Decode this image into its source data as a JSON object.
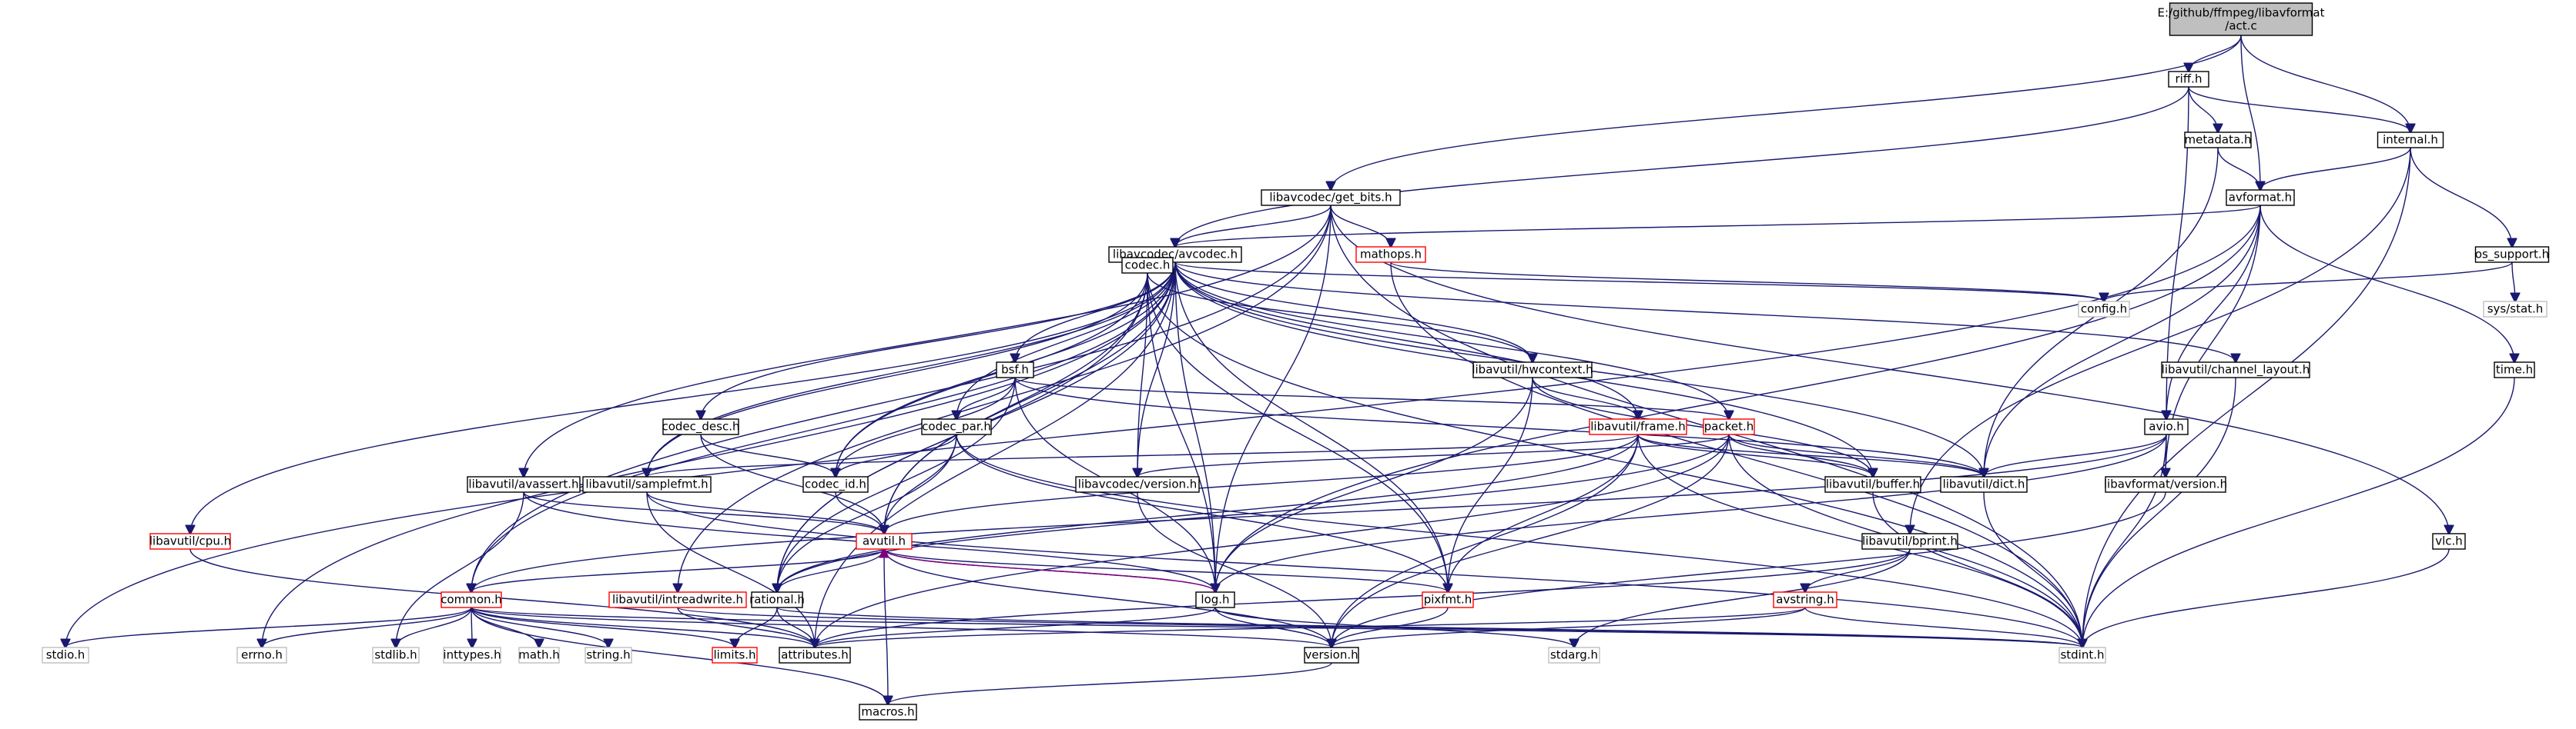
{
  "graph": {
    "nodes": [
      {
        "id": "act_c",
        "label": "E:/github/ffmpeg/libavformat\n/act.c",
        "style": "root"
      },
      {
        "id": "riff_h",
        "label": "riff.h",
        "style": "normal"
      },
      {
        "id": "metadata_h",
        "label": "metadata.h",
        "style": "normal"
      },
      {
        "id": "internal_h",
        "label": "internal.h",
        "style": "normal"
      },
      {
        "id": "get_bits_h",
        "label": "libavcodec/get_bits.h",
        "style": "normal"
      },
      {
        "id": "avformat_h",
        "label": "avformat.h",
        "style": "normal"
      },
      {
        "id": "mathops_h",
        "label": "mathops.h",
        "style": "red"
      },
      {
        "id": "avcodec_h",
        "label": "libavcodec/avcodec.h",
        "style": "normal"
      },
      {
        "id": "os_support_h",
        "label": "os_support.h",
        "style": "normal"
      },
      {
        "id": "config_h",
        "label": "config.h",
        "style": "gray"
      },
      {
        "id": "sys_stat_h",
        "label": "sys/stat.h",
        "style": "gray"
      },
      {
        "id": "codec_h",
        "label": "codec.h",
        "style": "normal"
      },
      {
        "id": "channel_layout_h",
        "label": "libavutil/channel_layout.h",
        "style": "normal"
      },
      {
        "id": "time_h",
        "label": "time.h",
        "style": "normal"
      },
      {
        "id": "bsf_h",
        "label": "bsf.h",
        "style": "normal"
      },
      {
        "id": "hwcontext_h",
        "label": "libavutil/hwcontext.h",
        "style": "normal"
      },
      {
        "id": "codec_desc_h",
        "label": "codec_desc.h",
        "style": "normal"
      },
      {
        "id": "codec_par_h",
        "label": "codec_par.h",
        "style": "normal"
      },
      {
        "id": "frame_h",
        "label": "libavutil/frame.h",
        "style": "red"
      },
      {
        "id": "packet_h",
        "label": "packet.h",
        "style": "red"
      },
      {
        "id": "avio_h",
        "label": "avio.h",
        "style": "normal"
      },
      {
        "id": "avassert_h",
        "label": "libavutil/avassert.h",
        "style": "normal"
      },
      {
        "id": "samplefmt_h",
        "label": "libavutil/samplefmt.h",
        "style": "normal"
      },
      {
        "id": "codec_id_h",
        "label": "codec_id.h",
        "style": "normal"
      },
      {
        "id": "avcodec_version_h",
        "label": "libavcodec/version.h",
        "style": "normal"
      },
      {
        "id": "buffer_h",
        "label": "libavutil/buffer.h",
        "style": "normal"
      },
      {
        "id": "dict_h",
        "label": "libavutil/dict.h",
        "style": "normal"
      },
      {
        "id": "avformat_version_h",
        "label": "libavformat/version.h",
        "style": "normal"
      },
      {
        "id": "cpu_h",
        "label": "libavutil/cpu.h",
        "style": "red"
      },
      {
        "id": "avutil_h",
        "label": "avutil.h",
        "style": "red"
      },
      {
        "id": "bprint_h",
        "label": "libavutil/bprint.h",
        "style": "normal"
      },
      {
        "id": "vlc_h",
        "label": "vlc.h",
        "style": "normal"
      },
      {
        "id": "common_h",
        "label": "common.h",
        "style": "red"
      },
      {
        "id": "intreadwrite_h",
        "label": "libavutil/intreadwrite.h",
        "style": "red"
      },
      {
        "id": "rational_h",
        "label": "rational.h",
        "style": "normal"
      },
      {
        "id": "log_h",
        "label": "log.h",
        "style": "normal"
      },
      {
        "id": "pixfmt_h",
        "label": "pixfmt.h",
        "style": "red"
      },
      {
        "id": "avstring_h",
        "label": "avstring.h",
        "style": "red"
      },
      {
        "id": "stdio_h",
        "label": "stdio.h",
        "style": "gray"
      },
      {
        "id": "errno_h",
        "label": "errno.h",
        "style": "gray"
      },
      {
        "id": "stdlib_h",
        "label": "stdlib.h",
        "style": "gray"
      },
      {
        "id": "inttypes_h",
        "label": "inttypes.h",
        "style": "gray"
      },
      {
        "id": "math_h",
        "label": "math.h",
        "style": "gray"
      },
      {
        "id": "string_h",
        "label": "string.h",
        "style": "gray"
      },
      {
        "id": "limits_h",
        "label": "limits.h",
        "style": "red"
      },
      {
        "id": "attributes_h",
        "label": "attributes.h",
        "style": "normal"
      },
      {
        "id": "version_h",
        "label": "version.h",
        "style": "normal"
      },
      {
        "id": "stdarg_h",
        "label": "stdarg.h",
        "style": "gray"
      },
      {
        "id": "stdint_h",
        "label": "stdint.h",
        "style": "gray"
      },
      {
        "id": "macros_h",
        "label": "macros.h",
        "style": "normal"
      }
    ],
    "edges": [
      [
        "act_c",
        "riff_h"
      ],
      [
        "act_c",
        "internal_h"
      ],
      [
        "act_c",
        "avformat_h"
      ],
      [
        "act_c",
        "get_bits_h"
      ],
      [
        "riff_h",
        "metadata_h"
      ],
      [
        "riff_h",
        "internal_h"
      ],
      [
        "riff_h",
        "avcodec_h"
      ],
      [
        "riff_h",
        "avio_h"
      ],
      [
        "metadata_h",
        "avformat_h"
      ],
      [
        "metadata_h",
        "dict_h"
      ],
      [
        "internal_h",
        "avformat_h"
      ],
      [
        "internal_h",
        "os_support_h"
      ],
      [
        "internal_h",
        "bprint_h"
      ],
      [
        "internal_h",
        "stdint_h"
      ],
      [
        "get_bits_h",
        "mathops_h"
      ],
      [
        "get_bits_h",
        "avcodec_h"
      ],
      [
        "get_bits_h",
        "vlc_h"
      ],
      [
        "get_bits_h",
        "log_h"
      ],
      [
        "get_bits_h",
        "stdint_h"
      ],
      [
        "get_bits_h",
        "avassert_h"
      ],
      [
        "get_bits_h",
        "intreadwrite_h"
      ],
      [
        "get_bits_h",
        "common_h"
      ],
      [
        "avformat_h",
        "avcodec_h"
      ],
      [
        "avformat_h",
        "avio_h"
      ],
      [
        "avformat_h",
        "time_h"
      ],
      [
        "avformat_h",
        "stdio_h"
      ],
      [
        "avformat_h",
        "avformat_version_h"
      ],
      [
        "avformat_h",
        "dict_h"
      ],
      [
        "avformat_h",
        "log_h"
      ],
      [
        "mathops_h",
        "config_h"
      ],
      [
        "mathops_h",
        "stdint_h"
      ],
      [
        "avcodec_h",
        "codec_h"
      ],
      [
        "avcodec_h",
        "bsf_h"
      ],
      [
        "avcodec_h",
        "hwcontext_h"
      ],
      [
        "avcodec_h",
        "codec_desc_h"
      ],
      [
        "avcodec_h",
        "codec_par_h"
      ],
      [
        "avcodec_h",
        "frame_h"
      ],
      [
        "avcodec_h",
        "packet_h"
      ],
      [
        "avcodec_h",
        "avutil_h"
      ],
      [
        "avcodec_h",
        "samplefmt_h"
      ],
      [
        "avcodec_h",
        "codec_id_h"
      ],
      [
        "avcodec_h",
        "avcodec_version_h"
      ],
      [
        "avcodec_h",
        "buffer_h"
      ],
      [
        "avcodec_h",
        "dict_h"
      ],
      [
        "avcodec_h",
        "cpu_h"
      ],
      [
        "avcodec_h",
        "log_h"
      ],
      [
        "avcodec_h",
        "pixfmt_h"
      ],
      [
        "avcodec_h",
        "rational_h"
      ],
      [
        "avcodec_h",
        "attributes_h"
      ],
      [
        "avcodec_h",
        "channel_layout_h"
      ],
      [
        "avcodec_h",
        "config_h"
      ],
      [
        "avcodec_h",
        "errno_h"
      ],
      [
        "avcodec_h",
        "common_h"
      ],
      [
        "os_support_h",
        "config_h"
      ],
      [
        "os_support_h",
        "sys_stat_h"
      ],
      [
        "codec_h",
        "hwcontext_h"
      ],
      [
        "codec_h",
        "codec_id_h"
      ],
      [
        "codec_h",
        "avcodec_version_h"
      ],
      [
        "codec_h",
        "avutil_h"
      ],
      [
        "codec_h",
        "samplefmt_h"
      ],
      [
        "codec_h",
        "log_h"
      ],
      [
        "codec_h",
        "pixfmt_h"
      ],
      [
        "codec_h",
        "rational_h"
      ],
      [
        "codec_h",
        "stdint_h"
      ],
      [
        "channel_layout_h",
        "stdint_h"
      ],
      [
        "time_h",
        "stdint_h"
      ],
      [
        "bsf_h",
        "codec_id_h"
      ],
      [
        "bsf_h",
        "codec_par_h"
      ],
      [
        "bsf_h",
        "packet_h"
      ],
      [
        "bsf_h",
        "dict_h"
      ],
      [
        "bsf_h",
        "log_h"
      ],
      [
        "bsf_h",
        "rational_h"
      ],
      [
        "hwcontext_h",
        "frame_h"
      ],
      [
        "hwcontext_h",
        "buffer_h"
      ],
      [
        "hwcontext_h",
        "log_h"
      ],
      [
        "hwcontext_h",
        "pixfmt_h"
      ],
      [
        "codec_desc_h",
        "codec_id_h"
      ],
      [
        "codec_desc_h",
        "avutil_h"
      ],
      [
        "codec_par_h",
        "codec_id_h"
      ],
      [
        "codec_par_h",
        "avutil_h"
      ],
      [
        "codec_par_h",
        "pixfmt_h"
      ],
      [
        "codec_par_h",
        "rational_h"
      ],
      [
        "codec_par_h",
        "stdint_h"
      ],
      [
        "frame_h",
        "avutil_h"
      ],
      [
        "frame_h",
        "buffer_h"
      ],
      [
        "frame_h",
        "dict_h"
      ],
      [
        "frame_h",
        "rational_h"
      ],
      [
        "frame_h",
        "samplefmt_h"
      ],
      [
        "frame_h",
        "pixfmt_h"
      ],
      [
        "frame_h",
        "version_h"
      ],
      [
        "frame_h",
        "stdint_h"
      ],
      [
        "packet_h",
        "buffer_h"
      ],
      [
        "packet_h",
        "dict_h"
      ],
      [
        "packet_h",
        "rational_h"
      ],
      [
        "packet_h",
        "avcodec_version_h"
      ],
      [
        "packet_h",
        "attributes_h"
      ],
      [
        "packet_h",
        "version_h"
      ],
      [
        "packet_h",
        "stdint_h"
      ],
      [
        "avio_h",
        "dict_h"
      ],
      [
        "avio_h",
        "log_h"
      ],
      [
        "avio_h",
        "avformat_version_h"
      ],
      [
        "avio_h",
        "common_h"
      ],
      [
        "avio_h",
        "stdint_h"
      ],
      [
        "avassert_h",
        "avutil_h"
      ],
      [
        "avassert_h",
        "log_h"
      ],
      [
        "avassert_h",
        "stdlib_h"
      ],
      [
        "samplefmt_h",
        "avutil_h"
      ],
      [
        "samplefmt_h",
        "attributes_h"
      ],
      [
        "samplefmt_h",
        "stdint_h"
      ],
      [
        "codec_id_h",
        "avutil_h"
      ],
      [
        "avcodec_version_h",
        "version_h"
      ],
      [
        "buffer_h",
        "stdint_h"
      ],
      [
        "dict_h",
        "stdint_h"
      ],
      [
        "avformat_version_h",
        "version_h"
      ],
      [
        "cpu_h",
        "attributes_h"
      ],
      [
        "avutil_h",
        "common_h"
      ],
      [
        "avutil_h",
        "rational_h"
      ],
      [
        "avutil_h",
        "version_h"
      ],
      [
        "avutil_h",
        "macros_h"
      ],
      [
        "avutil_h",
        "log_h"
      ],
      [
        "avutil_h",
        "pixfmt_h"
      ],
      [
        "bprint_h",
        "avstring_h"
      ],
      [
        "bprint_h",
        "attributes_h"
      ],
      [
        "bprint_h",
        "stdarg_h"
      ],
      [
        "vlc_h",
        "stdint_h"
      ],
      [
        "common_h",
        "attributes_h"
      ],
      [
        "common_h",
        "macros_h"
      ],
      [
        "common_h",
        "version_h"
      ],
      [
        "common_h",
        "stdio_h"
      ],
      [
        "common_h",
        "errno_h"
      ],
      [
        "common_h",
        "stdlib_h"
      ],
      [
        "common_h",
        "inttypes_h"
      ],
      [
        "common_h",
        "math_h"
      ],
      [
        "common_h",
        "string_h"
      ],
      [
        "common_h",
        "limits_h"
      ],
      [
        "common_h",
        "stdint_h"
      ],
      [
        "intreadwrite_h",
        "attributes_h"
      ],
      [
        "intreadwrite_h",
        "stdint_h"
      ],
      [
        "rational_h",
        "attributes_h"
      ],
      [
        "rational_h",
        "limits_h"
      ],
      [
        "rational_h",
        "stdint_h"
      ],
      [
        "log_h",
        "attributes_h"
      ],
      [
        "log_h",
        "version_h"
      ],
      [
        "log_h",
        "avutil_h"
      ],
      [
        "log_h",
        "stdarg_h"
      ],
      [
        "pixfmt_h",
        "version_h"
      ],
      [
        "avstring_h",
        "attributes_h"
      ],
      [
        "avstring_h",
        "stdint_h"
      ],
      [
        "avstring_h",
        "version_h"
      ],
      [
        "version_h",
        "macros_h"
      ]
    ],
    "purple_edges": [
      [
        "log_h",
        "avutil_h"
      ]
    ]
  }
}
